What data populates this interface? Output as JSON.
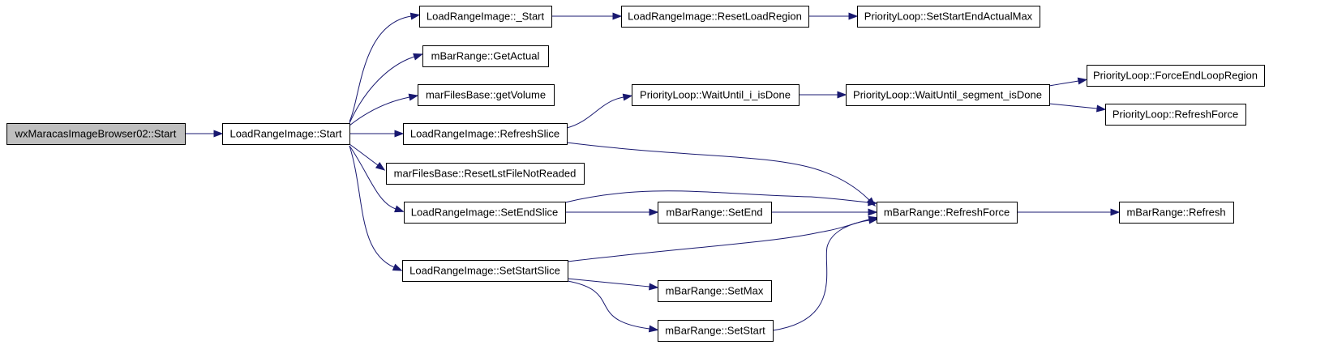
{
  "colors": {
    "edge": "#191970",
    "root_fill": "#bfbfbf",
    "node_fill": "#ffffff",
    "node_stroke": "#000000"
  },
  "nodes": {
    "n_root": "wxMaracasImageBrowser02::Start",
    "n_start": "LoadRangeImage::Start",
    "n_ustart": "LoadRangeImage::_Start",
    "n_getactual": "mBarRange::GetActual",
    "n_getvolume": "marFilesBase::getVolume",
    "n_refreshslice": "LoadRangeImage::RefreshSlice",
    "n_resetlst": "marFilesBase::ResetLstFileNotReaded",
    "n_setendslice": "LoadRangeImage::SetEndSlice",
    "n_setstartslice": "LoadRangeImage::SetStartSlice",
    "n_resetload": "LoadRangeImage::ResetLoadRegion",
    "n_waituntili": "PriorityLoop::WaitUntil_i_isDone",
    "n_setend": "mBarRange::SetEnd",
    "n_setmax": "mBarRange::SetMax",
    "n_setstart": "mBarRange::SetStart",
    "n_setstartendmax": "PriorityLoop::SetStartEndActualMax",
    "n_waitsegment": "PriorityLoop::WaitUntil_segment_isDone",
    "n_refreshforce_mbar": "mBarRange::RefreshForce",
    "n_forceend": "PriorityLoop::ForceEndLoopRegion",
    "n_plrefreshforce": "PriorityLoop::RefreshForce",
    "n_refresh": "mBarRange::Refresh"
  },
  "edges": [
    [
      "n_root",
      "n_start"
    ],
    [
      "n_start",
      "n_ustart"
    ],
    [
      "n_start",
      "n_getactual"
    ],
    [
      "n_start",
      "n_getvolume"
    ],
    [
      "n_start",
      "n_refreshslice"
    ],
    [
      "n_start",
      "n_resetlst"
    ],
    [
      "n_start",
      "n_setendslice"
    ],
    [
      "n_start",
      "n_setstartslice"
    ],
    [
      "n_ustart",
      "n_resetload"
    ],
    [
      "n_resetload",
      "n_setstartendmax"
    ],
    [
      "n_refreshslice",
      "n_waituntili"
    ],
    [
      "n_refreshslice",
      "n_refreshforce_mbar"
    ],
    [
      "n_waituntili",
      "n_waitsegment"
    ],
    [
      "n_waitsegment",
      "n_forceend"
    ],
    [
      "n_waitsegment",
      "n_plrefreshforce"
    ],
    [
      "n_setendslice",
      "n_refreshforce_mbar"
    ],
    [
      "n_setendslice",
      "n_setend"
    ],
    [
      "n_setend",
      "n_refreshforce_mbar"
    ],
    [
      "n_setstartslice",
      "n_refreshforce_mbar"
    ],
    [
      "n_setstartslice",
      "n_setmax"
    ],
    [
      "n_setstartslice",
      "n_setstart"
    ],
    [
      "n_setstart",
      "n_refreshforce_mbar"
    ],
    [
      "n_refreshforce_mbar",
      "n_refresh"
    ]
  ]
}
